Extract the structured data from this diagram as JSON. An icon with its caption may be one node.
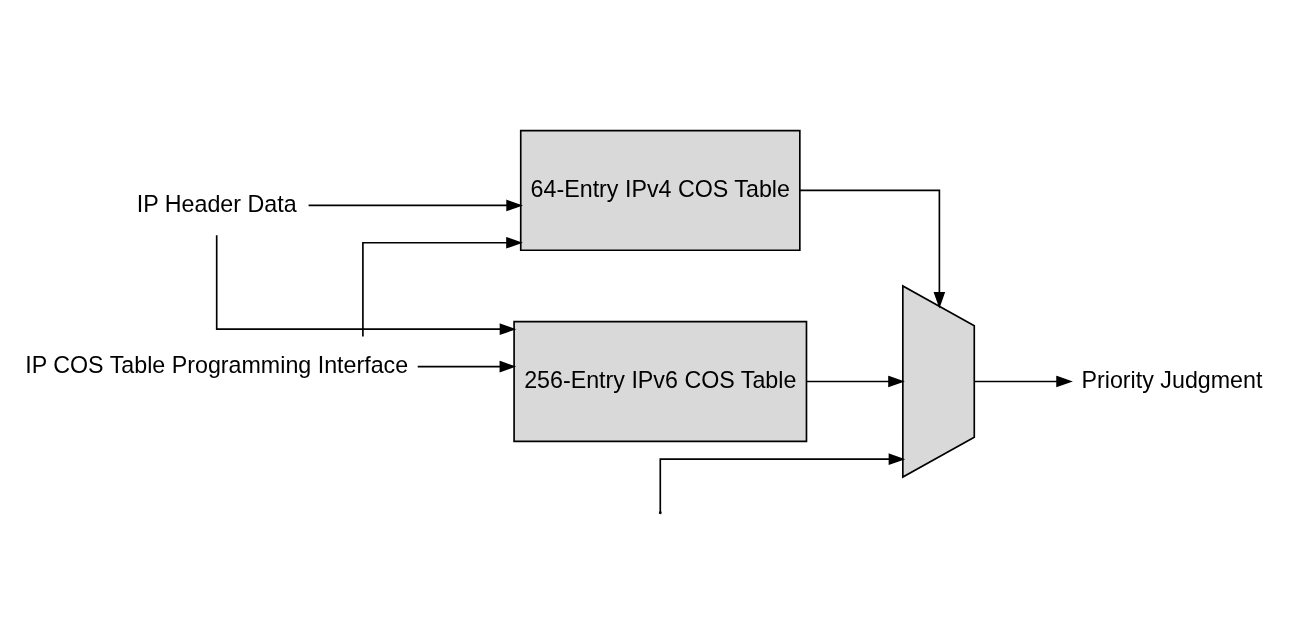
{
  "diagram": {
    "nodes": [
      {
        "text": [
          "IP Header Data"
        ]
      },
      {
        "text": [
          "256-Entry IPv6 COS Table"
        ]
      },
      {
        "text": [
          "64-Entry IPv4 COS Table"
        ]
      },
      {
        "text": [],
        "shape": "trapezoid"
      },
      {
        "text": [
          "Priority Judgment"
        ]
      },
      {
        "text": [
          "IP COS Table Programming Interface"
        ]
      }
    ],
    "edges": [
      {
        "from": 0,
        "to": 1,
        "arrow": "to"
      },
      {
        "from": 0,
        "to": 2,
        "arrow": "to"
      },
      {
        "from": null,
        "to": 3,
        "arrow": "to"
      },
      {
        "from": 1,
        "to": 3,
        "arrow": "to"
      },
      {
        "from": 2,
        "to": 3,
        "arrow": "to"
      },
      {
        "from": 3,
        "to": 4,
        "arrow": "to"
      },
      {
        "from": 5,
        "to": 1,
        "arrow": "to"
      },
      {
        "from": 5,
        "to": 2,
        "arrow": "to"
      }
    ]
  }
}
